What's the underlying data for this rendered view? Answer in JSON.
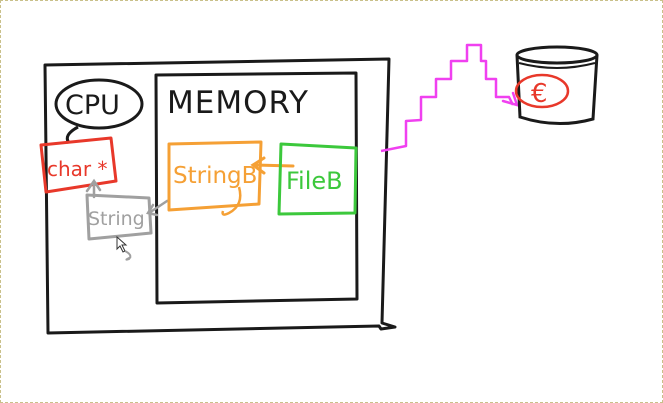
{
  "diagram": {
    "cpu": {
      "label": "CPU"
    },
    "memory": {
      "label": "MEMORY"
    },
    "char_ptr": {
      "label": "char *"
    },
    "string": {
      "label": "String"
    },
    "string_b": {
      "label": "StringB"
    },
    "file_b": {
      "label": "FileB"
    },
    "storage": {
      "symbol": "€"
    }
  },
  "colors": {
    "ink": "#1a1a1a",
    "red": "#e8382a",
    "orange": "#f5a035",
    "green": "#3cc83c",
    "gray": "#a0a0a0",
    "magenta": "#f040f0"
  }
}
